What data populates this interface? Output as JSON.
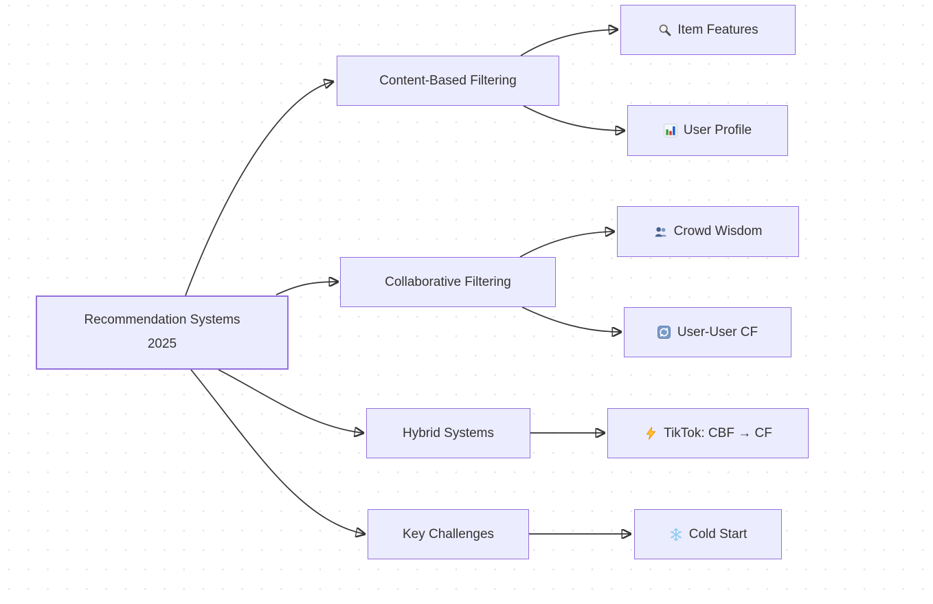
{
  "diagram": {
    "type": "flowchart-mindmap",
    "colors": {
      "node_fill": "#ECECFF",
      "node_border": "#9370DB",
      "edge": "#333333",
      "text": "#333333",
      "background_dots": "#e3e3ea"
    },
    "nodes": {
      "root": {
        "line1": "Recommendation Systems",
        "line2": "2025"
      },
      "content_based": {
        "label": "Content-Based Filtering"
      },
      "item_features": {
        "icon": "magnifying-glass",
        "label": "Item Features"
      },
      "user_profile": {
        "icon": "bar-chart",
        "label": "User Profile"
      },
      "collaborative": {
        "label": "Collaborative Filtering"
      },
      "crowd_wisdom": {
        "icon": "busts-in-silhouette",
        "label": "Crowd Wisdom"
      },
      "user_user_cf": {
        "icon": "arrows-counterclockwise",
        "label": "User-User CF"
      },
      "hybrid": {
        "label": "Hybrid Systems"
      },
      "tiktok": {
        "icon": "high-voltage",
        "label": "TikTok: CBF → CF"
      },
      "key_challenges": {
        "label": "Key Challenges"
      },
      "cold_start": {
        "icon": "snowflake",
        "label": "Cold Start"
      }
    },
    "edges": [
      {
        "from": "root",
        "to": "content_based"
      },
      {
        "from": "root",
        "to": "collaborative"
      },
      {
        "from": "root",
        "to": "hybrid"
      },
      {
        "from": "root",
        "to": "key_challenges"
      },
      {
        "from": "content_based",
        "to": "item_features"
      },
      {
        "from": "content_based",
        "to": "user_profile"
      },
      {
        "from": "collaborative",
        "to": "crowd_wisdom"
      },
      {
        "from": "collaborative",
        "to": "user_user_cf"
      },
      {
        "from": "hybrid",
        "to": "tiktok"
      },
      {
        "from": "key_challenges",
        "to": "cold_start"
      }
    ]
  }
}
